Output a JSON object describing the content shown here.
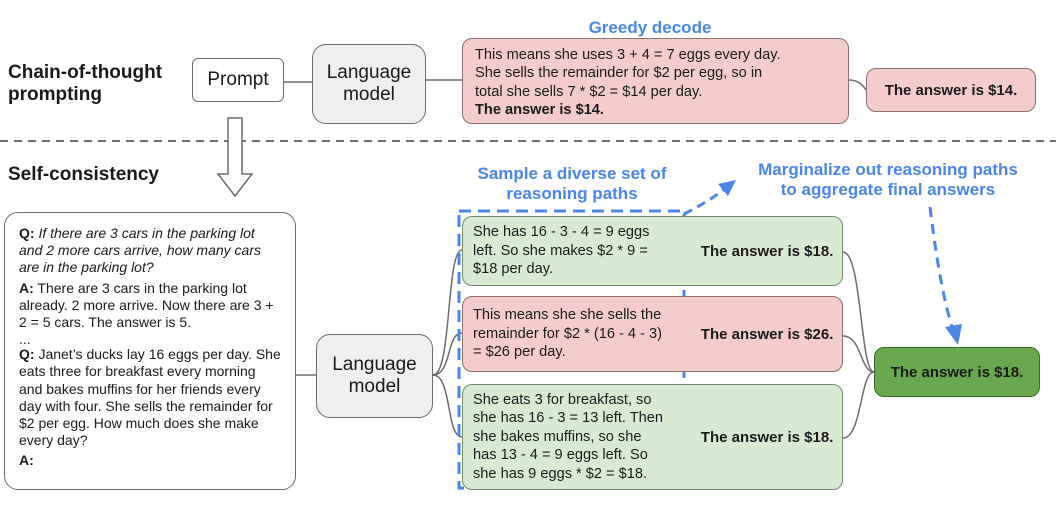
{
  "cot": {
    "heading": "Chain-of-thought\nprompting",
    "prompt_label": "Prompt",
    "lm_label": "Language\nmodel",
    "greedy_title": "Greedy decode",
    "greedy_lines": [
      "This means she uses 3 + 4 = 7 eggs every day.",
      "She sells the remainder for $2 per egg, so in",
      "total she sells 7 * $2 = $14 per day."
    ],
    "greedy_answer_line": "The answer is $14.",
    "final_answer": "The answer is $14."
  },
  "sc": {
    "heading": "Self-consistency",
    "lm_label": "Language\nmodel",
    "sample_label": "Sample a diverse set of\nreasoning paths",
    "marginalize_label": "Marginalize out reasoning paths\nto aggregate final answers",
    "paths": [
      {
        "lines": [
          "She has 16 - 3 - 4 = 9 eggs",
          "left. So she makes $2 * 9 =",
          "$18 per day."
        ],
        "answer": "The answer is $18.",
        "status": "correct"
      },
      {
        "lines": [
          "This means she she sells the",
          "remainder for $2 * (16 - 4 - 3)",
          "= $26 per day."
        ],
        "answer": "The answer is $26.",
        "status": "incorrect"
      },
      {
        "lines": [
          "She eats 3 for breakfast, so",
          "she has 16 - 3 = 13 left. Then",
          "she bakes muffins, so she",
          "has 13 - 4 = 9 eggs left. So",
          "she has 9 eggs * $2 = $18."
        ],
        "answer": "The answer is $18.",
        "status": "correct"
      }
    ],
    "final_answer": "The answer is $18."
  },
  "prompt_text": {
    "q_prefix": "Q:",
    "q1": "If there are 3 cars in the parking lot and 2 more cars arrive, how many cars are in the parking lot?",
    "a_prefix": "A:",
    "a1": "There are 3 cars in the parking lot already. 2 more arrive. Now there are 3 + 2 = 5 cars. The answer is 5.",
    "ellipsis": "...",
    "q2": "Janet’s ducks lay 16 eggs per day. She eats three for breakfast every morning and bakes muffins for her friends every day with four. She sells the remainder for $2 per egg. How much does she make every day?",
    "a_final": "A:"
  },
  "colors": {
    "incorrect_fill": "#f4cccc",
    "correct_fill": "#d9ead3",
    "final_fill": "#6aa84f",
    "accent_blue": "#4a86e8",
    "lm_fill": "#efefef"
  }
}
